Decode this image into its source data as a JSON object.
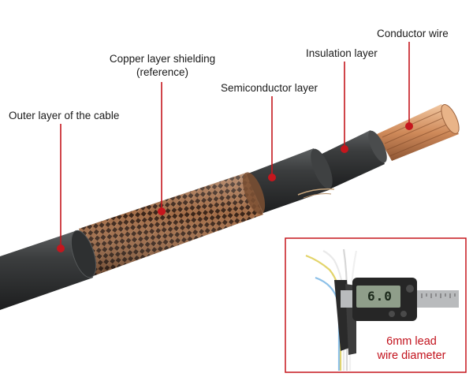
{
  "labels": {
    "conductor": "Conductor wire",
    "insulation": "Insulation layer",
    "semiconductor": "Semiconductor layer",
    "copper_shield_line1": "Copper layer shielding",
    "copper_shield_line2": "(reference)",
    "outer": "Outer layer of the cable"
  },
  "inset": {
    "caption_line1": "6mm lead",
    "caption_line2": "wire diameter",
    "caliper_reading": "6.0"
  },
  "colors": {
    "pointer": "#c5161d",
    "jacket": "#2b2d2e",
    "copper": "#c8875a",
    "braid": "#8a5a3c",
    "inset_border": "#c5161d"
  }
}
